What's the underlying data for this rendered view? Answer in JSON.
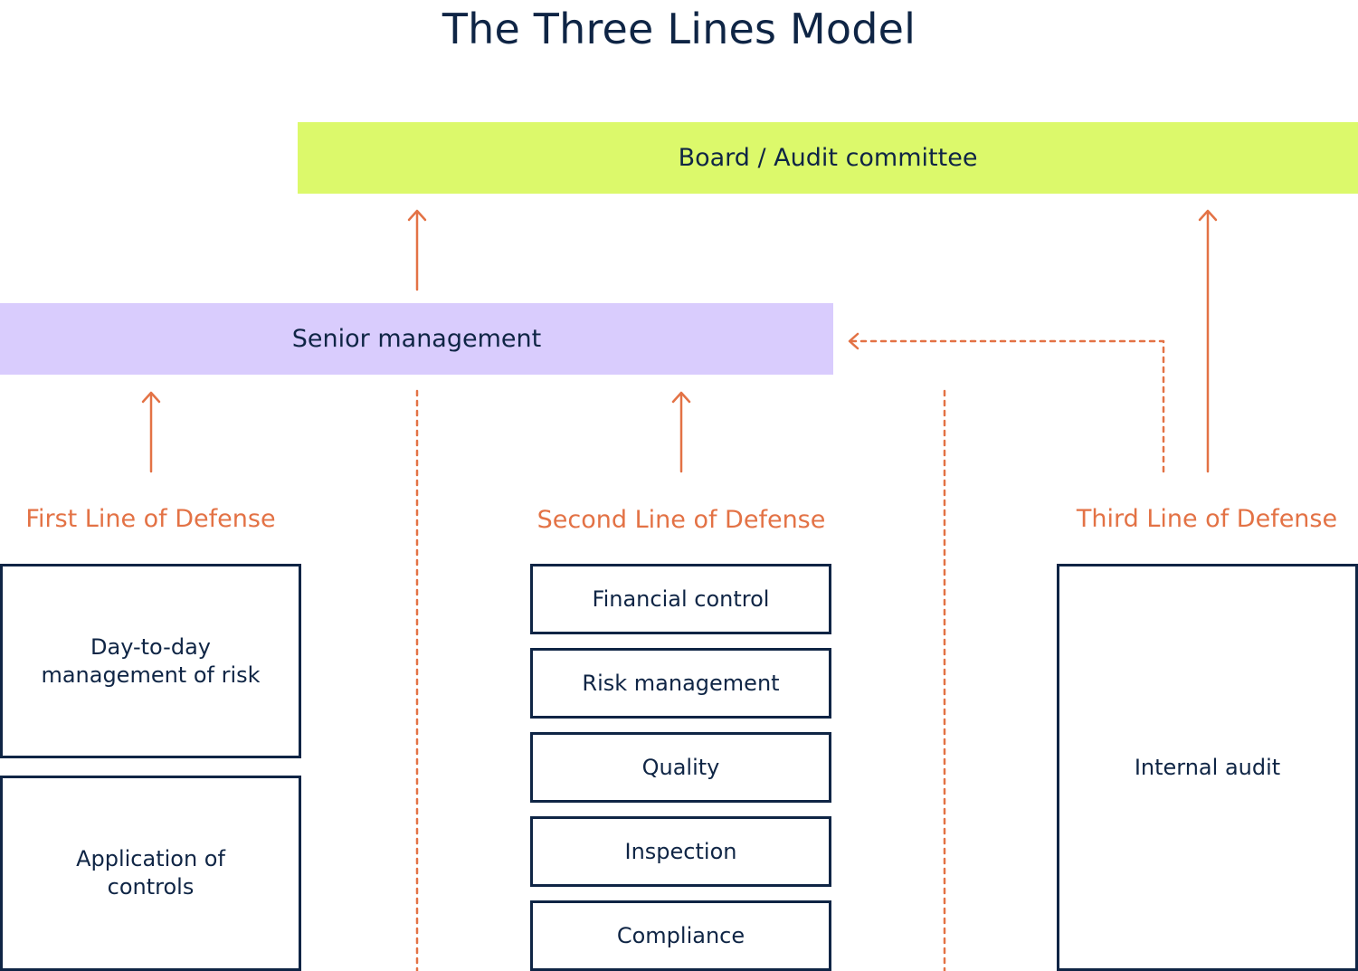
{
  "title": "The Three Lines Model",
  "board": {
    "label": "Board / Audit committee",
    "color": "#dcf96b"
  },
  "senior": {
    "label": "Senior management",
    "color": "#d9ccfd"
  },
  "accent_color": "#e37245",
  "text_color": "#0f2545",
  "first_line": {
    "label": "First Line of Defense",
    "items": [
      "Day-to-day management of risk",
      "Application of controls"
    ]
  },
  "second_line": {
    "label": "Second Line of Defense",
    "items": [
      "Financial control",
      "Risk management",
      "Quality",
      "Inspection",
      "Compliance"
    ]
  },
  "third_line": {
    "label": "Third Line of Defense",
    "items": [
      "Internal audit"
    ]
  }
}
